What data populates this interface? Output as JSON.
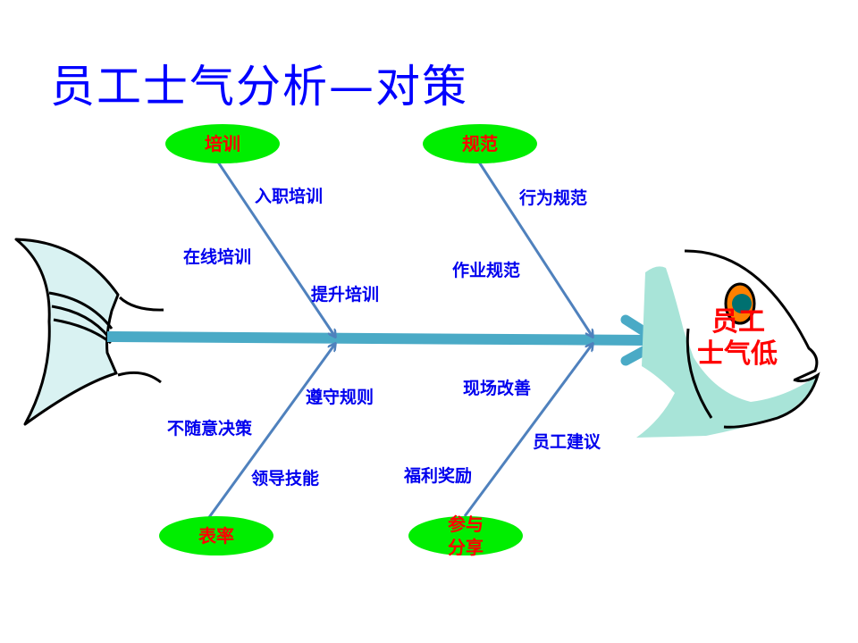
{
  "title": "员工士气分析—对策",
  "problem": {
    "line1": "员工",
    "line2": "士气低"
  },
  "categories": {
    "training": {
      "label": "培训",
      "causes": [
        "入职培训",
        "在线培训",
        "提升培训"
      ]
    },
    "norms": {
      "label": "规范",
      "causes": [
        "行为规范",
        "作业规范"
      ]
    },
    "leadership": {
      "label": "表率",
      "causes": [
        "遵守规则",
        "不随意决策",
        "领导技能"
      ]
    },
    "participation": {
      "label_line1": "参与",
      "label_line2": "分享",
      "causes": [
        "现场改善",
        "员工建议",
        "福利奖励"
      ]
    }
  },
  "colors": {
    "title": "#0000ff",
    "cause_text": "#0000ee",
    "category_fill": "#00ee00",
    "category_text": "#ff0000",
    "spine": "#4aaac6",
    "bone": "#4f81bd"
  }
}
